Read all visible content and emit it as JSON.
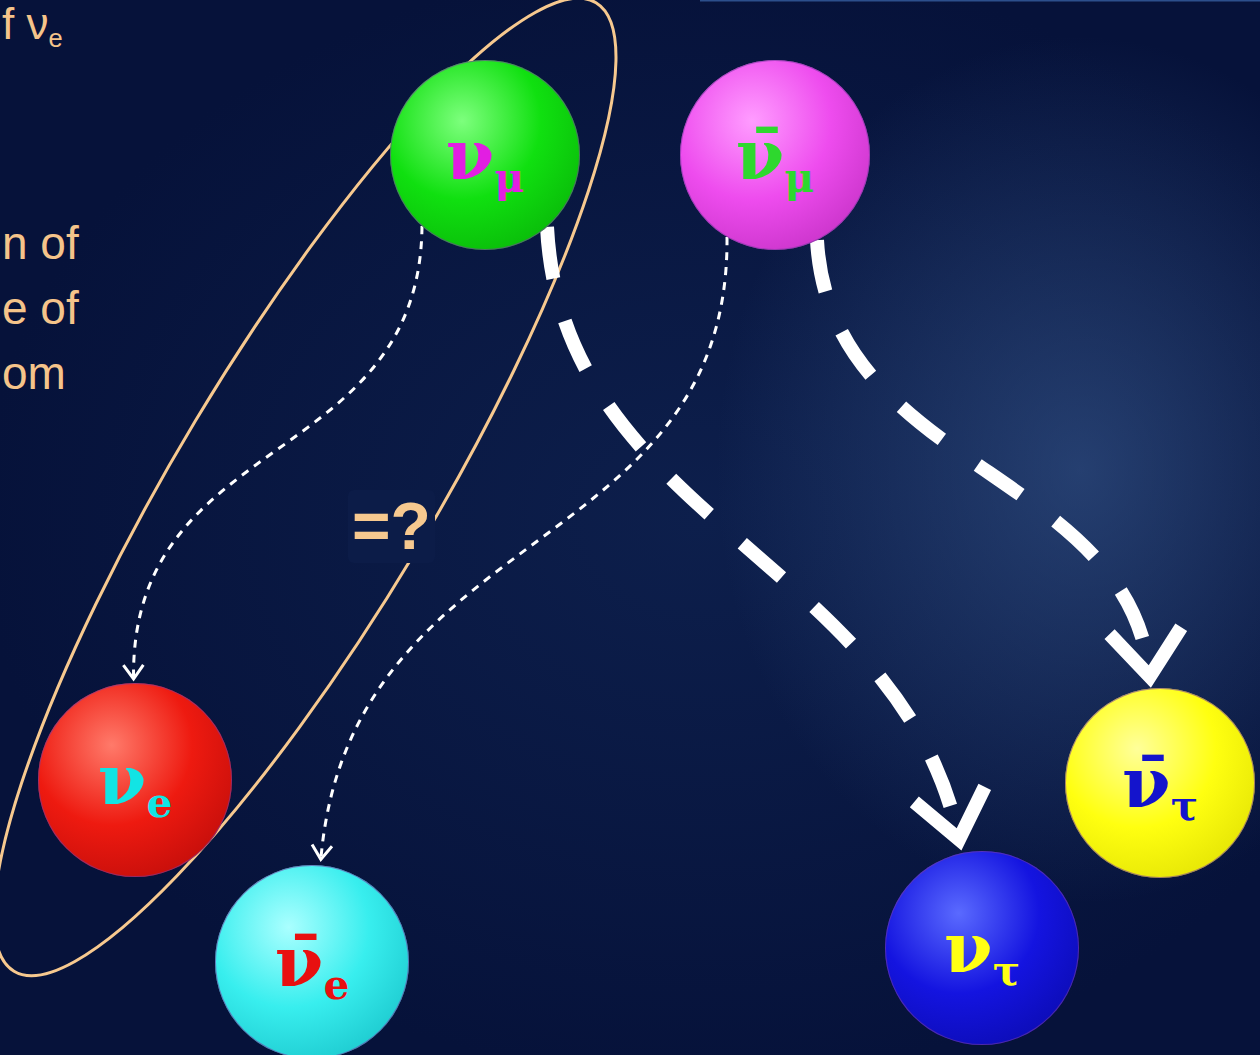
{
  "diagram": {
    "nodes": [
      {
        "text": [
          "νμ"
        ]
      },
      {
        "text": [
          "ν̄μ"
        ]
      },
      {
        "text": [
          "νe"
        ]
      },
      {
        "text": [
          "ν̄τ"
        ]
      },
      {
        "text": [
          "ν̄e"
        ]
      },
      {
        "text": [
          "ντ"
        ]
      }
    ],
    "edges": [
      {
        "from": 0,
        "to": 2,
        "arrow": "to"
      },
      {
        "from": 1,
        "to": 4,
        "arrow": "to"
      },
      {
        "from": 0,
        "to": 5,
        "arrow": "to"
      },
      {
        "from": 1,
        "to": 3,
        "arrow": "to"
      }
    ],
    "labels": [
      "f νe",
      "n of",
      "e of",
      "om",
      "=?"
    ]
  }
}
